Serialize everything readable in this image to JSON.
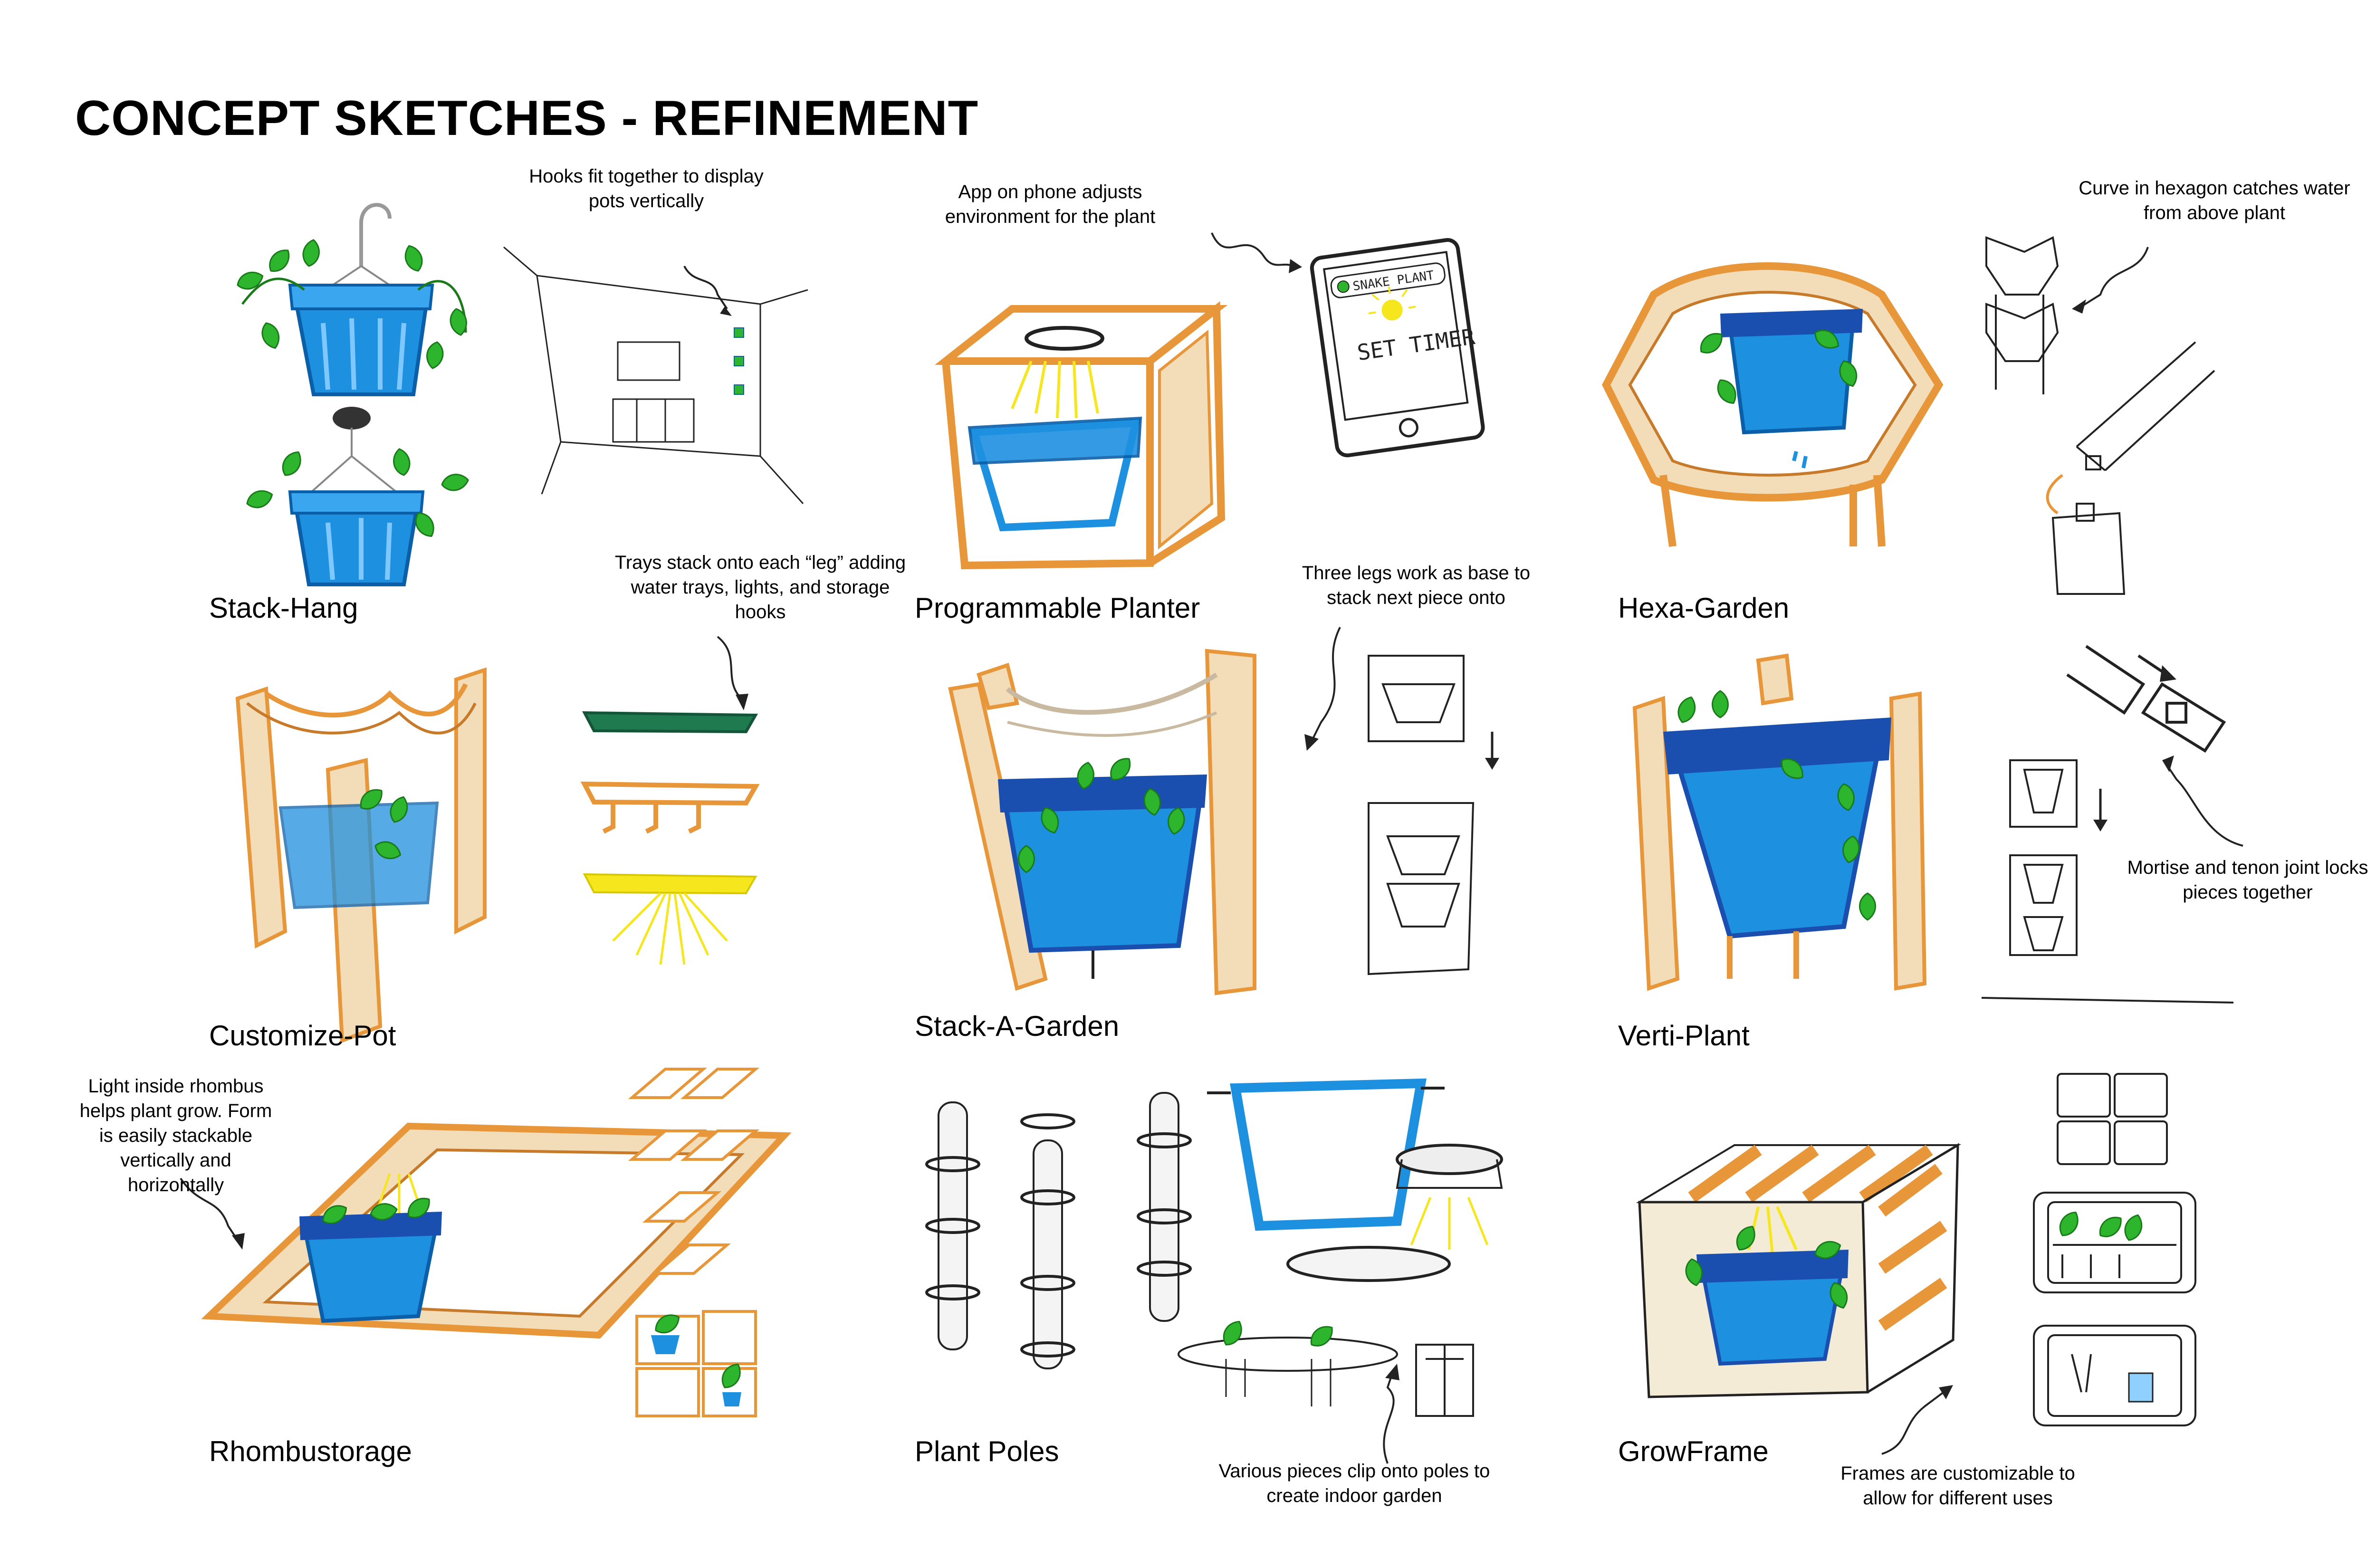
{
  "title": "CONCEPT SKETCHES - REFINEMENT",
  "concepts": [
    {
      "name": "Stack-Hang",
      "notes": [
        "Hooks fit together to display pots vertically"
      ]
    },
    {
      "name": "Programmable Planter",
      "notes": [
        "App on phone adjusts environment for the plant"
      ]
    },
    {
      "name": "Hexa-Garden",
      "notes": [
        "Curve in hexagon catches water from above plant"
      ]
    },
    {
      "name": "Customize-Pot",
      "notes": [
        "Trays stack onto each “leg” adding water trays, lights, and storage hooks"
      ]
    },
    {
      "name": "Stack-A-Garden",
      "notes": [
        "Three legs work as base to stack next piece onto"
      ]
    },
    {
      "name": "Verti-Plant",
      "notes": [
        "Mortise and tenon joint locks pieces together"
      ]
    },
    {
      "name": "Rhombustorage",
      "notes": [
        "Light inside rhombus helps plant grow. Form is easily stackable vertically and horizontally"
      ]
    },
    {
      "name": "Plant Poles",
      "notes": [
        "Various pieces clip onto poles to create indoor garden"
      ]
    },
    {
      "name": "GrowFrame",
      "notes": [
        "Frames are customizable to allow for different uses"
      ]
    }
  ],
  "phone_screen": {
    "app_name": "SNAKE PLANT",
    "action": "SET TIMER"
  },
  "colors": {
    "pot_blue": "#1e90e0",
    "pot_dark_blue": "#1a4fb0",
    "leaf_green": "#2db52d",
    "wood_orange": "#e8963a",
    "wood_light": "#f3dcb8",
    "tray_green": "#1f7a50",
    "light_yellow": "#f5e61e",
    "ink": "#222222"
  }
}
